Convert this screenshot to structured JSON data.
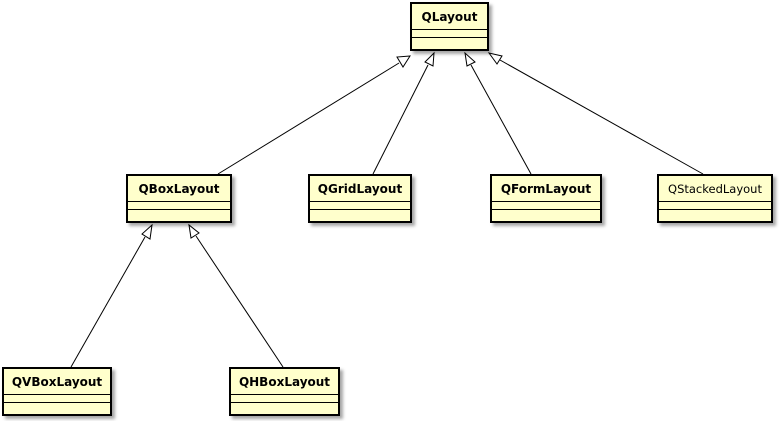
{
  "diagram": {
    "classes": {
      "qlayout": "QLayout",
      "qboxlayout": "QBoxLayout",
      "qgridlayout": "QGridLayout",
      "qformlayout": "QFormLayout",
      "qstackedlayout": "QStackedLayout",
      "qvboxlayout": "QVBoxLayout",
      "qhboxlayout": "QHBoxLayout"
    },
    "relations": [
      {
        "from": "QBoxLayout",
        "to": "QLayout",
        "type": "generalization"
      },
      {
        "from": "QGridLayout",
        "to": "QLayout",
        "type": "generalization"
      },
      {
        "from": "QFormLayout",
        "to": "QLayout",
        "type": "generalization"
      },
      {
        "from": "QStackedLayout",
        "to": "QLayout",
        "type": "generalization"
      },
      {
        "from": "QVBoxLayout",
        "to": "QBoxLayout",
        "type": "generalization"
      },
      {
        "from": "QHBoxLayout",
        "to": "QBoxLayout",
        "type": "generalization"
      }
    ],
    "colors": {
      "class_fill": "#ffffcc",
      "stroke": "#000000",
      "background": "#ffffff"
    }
  }
}
